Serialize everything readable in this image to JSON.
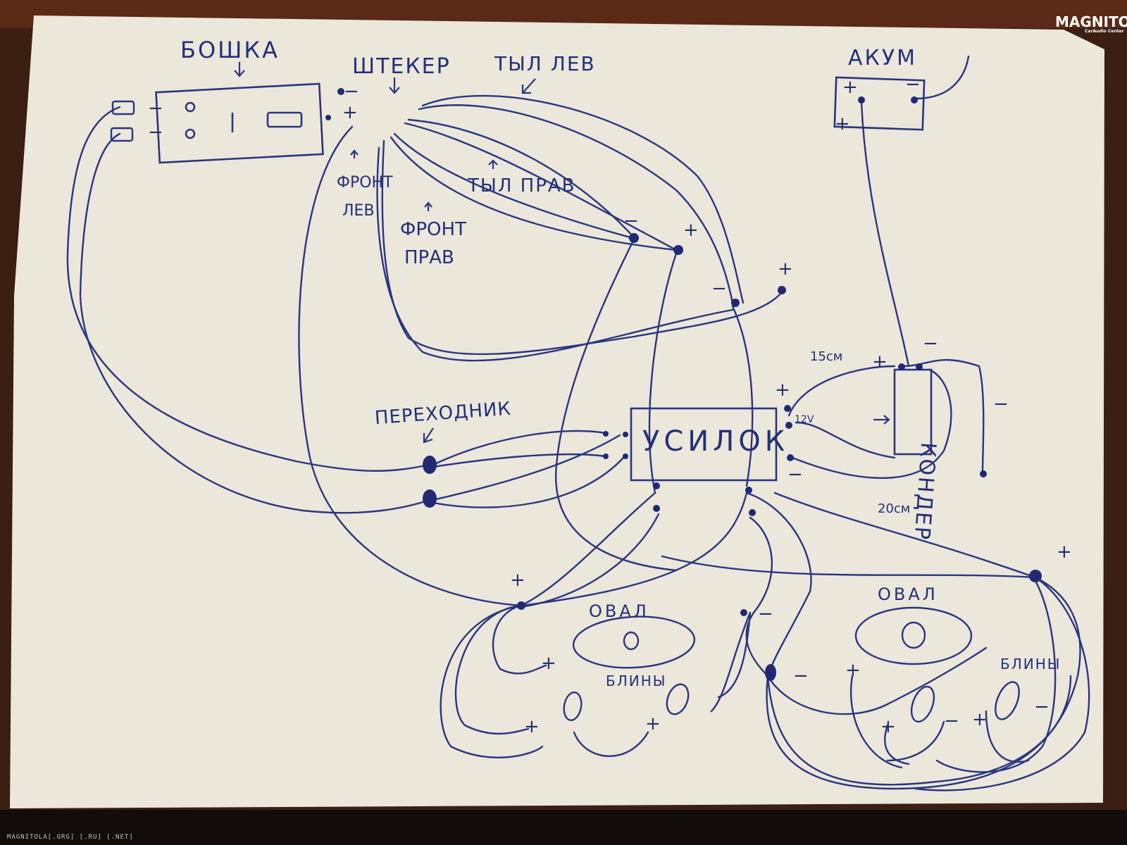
{
  "watermark": {
    "brand": "MAGNITOLA",
    "sub": "CarAudio Center"
  },
  "footer_text": "MAGNITOLA[.ORG] [.RU] [.NET]",
  "labels": {
    "head_unit": "БОШКА",
    "plug": "ШТЕКЕР",
    "rear_left": "ТЫЛ ЛЕВ",
    "rear_right": "ТЫЛ ПРАВ",
    "front_left_1": "ФРОНТ",
    "front_left_2": "ЛЕВ",
    "front_right_1": "ФРОНТ",
    "front_right_2": "ПРАВ",
    "battery": "АКУМ",
    "adapter": "ПЕРЕХОДНИК",
    "amp": "УСИЛОК",
    "capacitor": "КОНДЕР",
    "wire_15": "15см",
    "wire_20": "20см",
    "v12": "12V",
    "oval_left": "ОВАЛ",
    "oval_right": "ОВАЛ",
    "pancakes_left": "БЛИНЫ",
    "pancakes_right": "БЛИНЫ"
  },
  "colors": {
    "paper": "#ece8dc",
    "ink": "#23307a",
    "background": "#0f0b08"
  }
}
